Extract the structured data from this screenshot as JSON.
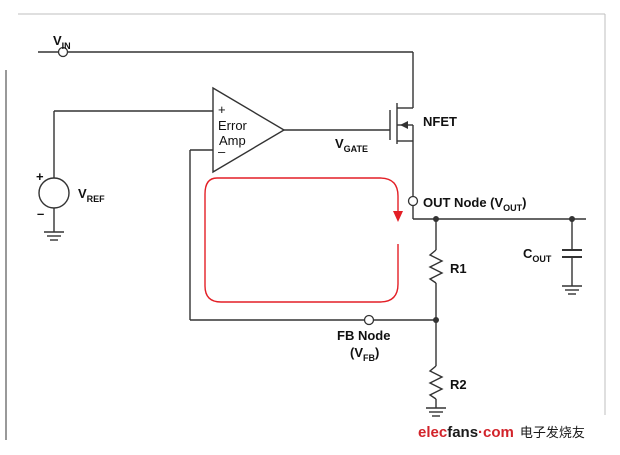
{
  "labels": {
    "vin_main": "V",
    "vin_sub": "IN",
    "vref_main": "V",
    "vref_sub": "REF",
    "vgate_main": "V",
    "vgate_sub": "GATE",
    "nfet": "NFET",
    "out_node_text": "OUT Node (V",
    "out_node_sub": "OUT",
    "out_node_close": ")",
    "cout_main": "C",
    "cout_sub": "OUT",
    "r1": "R1",
    "r2": "R2",
    "fb_node_line1": "FB Node",
    "fb_node_open": "(V",
    "fb_node_sub": "FB",
    "fb_node_close": ")",
    "amp_line1": "Error",
    "amp_line2": "Amp",
    "amp_plus": "+",
    "amp_minus": "–",
    "vref_plus": "+",
    "vref_minus": "–"
  },
  "watermark": {
    "part1": "elec",
    "part2": "fans",
    "part3": "·com",
    "part4": "电子发烧友"
  },
  "colors": {
    "wire": "#333333",
    "loop": "#e31f26",
    "watermark_red": "#d2232a"
  }
}
